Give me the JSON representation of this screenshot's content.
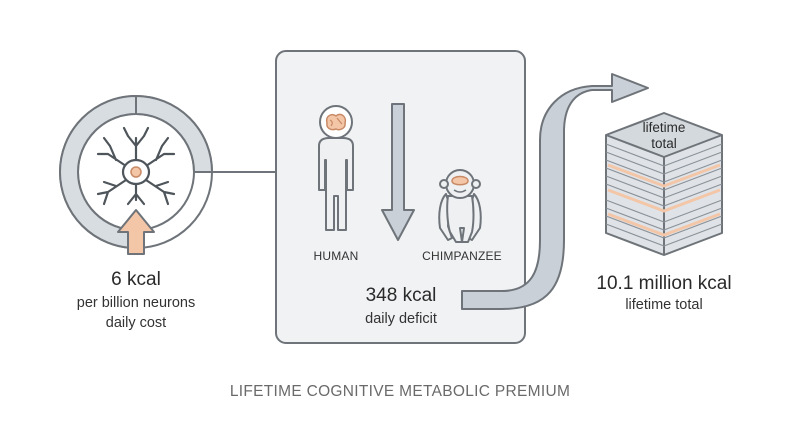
{
  "neuron": {
    "value": "6 kcal",
    "line1": "per billion neurons",
    "line2": "daily cost"
  },
  "comparison": {
    "human_label": "HUMAN",
    "chimp_label": "CHIMPANZEE",
    "value": "348 kcal",
    "sub": "daily deficit"
  },
  "lifetime": {
    "stack_line1": "lifetime",
    "stack_line2": "total",
    "value": "10.1 million kcal",
    "sub": "lifetime total"
  },
  "caption": "LIFETIME COGNITIVE METABOLIC PREMIUM",
  "colors": {
    "panel_fill": "#f1f2f4",
    "outline": "#6e7479",
    "figure_fill": "#eef0f2",
    "accent_orange": "#f4c6a8",
    "arrow_fill": "#c9d0d8"
  }
}
